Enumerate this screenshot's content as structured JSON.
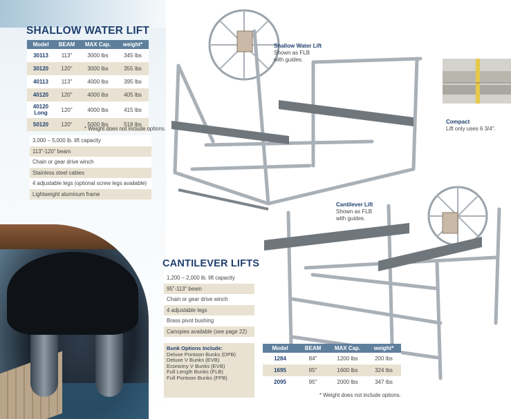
{
  "shallow": {
    "title": "SHALLOW WATER LIFT",
    "headers": [
      "Model",
      "BEAM",
      "MAX Cap.",
      "weight*"
    ],
    "rows": [
      [
        "30113",
        "113\"",
        "3000 lbs",
        "345 lbs"
      ],
      [
        "30120",
        "120\"",
        "3000 lbs",
        "355 lbs"
      ],
      [
        "40113",
        "113\"",
        "4000 lbs",
        "395 lbs"
      ],
      [
        "40120",
        "120\"",
        "4000 lbs",
        "405 lbs"
      ],
      [
        "40120 Long",
        "120\"",
        "4000 lbs",
        "415 lbs"
      ],
      [
        "50120",
        "120\"",
        "5000 lbs",
        "518 lbs"
      ]
    ],
    "note": "* Weight does not include options.",
    "features": [
      "3,000 – 5,000 lb. lift capacity",
      "113\"-120\" beam",
      "Chain or gear drive winch",
      "Stainless steel cables",
      "4 adjustable legs  (optional screw legs available)",
      "Lightweight aluminum frame"
    ],
    "caption_title": "Shallow Water Lift",
    "caption_line1": "Shown as FLB",
    "caption_line2": "with guides."
  },
  "compact": {
    "caption_title": "Compact",
    "caption_text": "Lift only uses 6 3/4\"."
  },
  "cantilever": {
    "title": "CANTILEVER LIFTS",
    "features": [
      "1,200 – 2,000 lb. lift capacity",
      "95\"-113\" beam",
      "Chain or gear drive winch",
      "4 adjustable legs",
      "Brass pivot bushing",
      "Canopies available (see page 22)"
    ],
    "bunk_title": "Bunk Options Include:",
    "bunk_options": [
      "Deluxe Pontoon Bunks (DPB)",
      "Deluxe V Bunks (EVB)",
      "Economy V Bunks (EVB)",
      "Full Length Bunks (FLB)",
      "Full Pontoon Bunks (FPB)"
    ],
    "headers": [
      "Model",
      "BEAM",
      "MAX Cap.",
      "weight*"
    ],
    "rows": [
      [
        "1284",
        "84\"",
        "1200 lbs",
        "200 lbs"
      ],
      [
        "1695",
        "95\"",
        "1600 lbs",
        "324 lbs"
      ],
      [
        "2095",
        "95\"",
        "2000 lbs",
        "347 lbs"
      ]
    ],
    "note": "* Weight does not include options.",
    "caption_title": "Cantilever Lift",
    "caption_line1": "Shown as FLB",
    "caption_line2": "with guides."
  },
  "colors": {
    "accent": "#1f3f6e",
    "header": "#5e7f9c",
    "tan": "#e9e2d2"
  }
}
